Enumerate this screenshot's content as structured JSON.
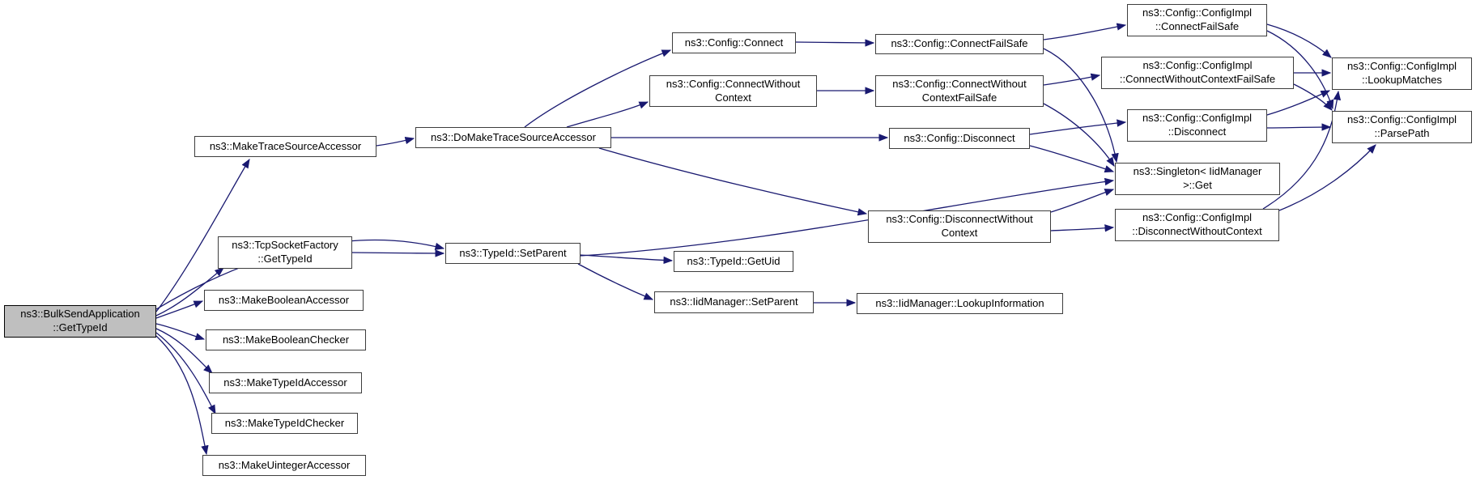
{
  "colors": {
    "edge": "#191970",
    "node_border": "#3d3d3d",
    "node_fill": "#ffffff",
    "main_node_fill": "#bfbfbf",
    "background": "#ffffff",
    "text": "#000000"
  },
  "diagram": {
    "type": "call-graph",
    "nodes": [
      {
        "id": "bulksend",
        "label": "ns3::BulkSendApplication\n::GetTypeId",
        "main": true
      },
      {
        "id": "make_trace",
        "label": "ns3::MakeTraceSourceAccessor",
        "main": false
      },
      {
        "id": "do_make",
        "label": "ns3::DoMakeTraceSourceAccessor",
        "main": false
      },
      {
        "id": "connect",
        "label": "ns3::Config::Connect",
        "main": false
      },
      {
        "id": "cwc",
        "label": "ns3::Config::ConnectWithout\nContext",
        "main": false
      },
      {
        "id": "cfs",
        "label": "ns3::Config::ConnectFailSafe",
        "main": false
      },
      {
        "id": "cwcfs",
        "label": "ns3::Config::ConnectWithout\nContextFailSafe",
        "main": false
      },
      {
        "id": "disconnect",
        "label": "ns3::Config::Disconnect",
        "main": false
      },
      {
        "id": "dwc",
        "label": "ns3::Config::DisconnectWithout\nContext",
        "main": false
      },
      {
        "id": "impl_cfs",
        "label": "ns3::Config::ConfigImpl\n::ConnectFailSafe",
        "main": false
      },
      {
        "id": "impl_cwcfs",
        "label": "ns3::Config::ConfigImpl\n::ConnectWithoutContextFailSafe",
        "main": false
      },
      {
        "id": "impl_disc",
        "label": "ns3::Config::ConfigImpl\n::Disconnect",
        "main": false
      },
      {
        "id": "lookup",
        "label": "ns3::Config::ConfigImpl\n::LookupMatches",
        "main": false
      },
      {
        "id": "parse",
        "label": "ns3::Config::ConfigImpl\n::ParsePath",
        "main": false
      },
      {
        "id": "singleton",
        "label": "ns3::Singleton< IidManager\n>::Get",
        "main": false
      },
      {
        "id": "impl_dwc",
        "label": "ns3::Config::ConfigImpl\n::DisconnectWithoutContext",
        "main": false
      },
      {
        "id": "tcp",
        "label": "ns3::TcpSocketFactory\n::GetTypeId",
        "main": false
      },
      {
        "id": "set_parent",
        "label": "ns3::TypeId::SetParent",
        "main": false
      },
      {
        "id": "get_uid",
        "label": "ns3::TypeId::GetUid",
        "main": false
      },
      {
        "id": "iid_sp",
        "label": "ns3::IidManager::SetParent",
        "main": false
      },
      {
        "id": "iid_li",
        "label": "ns3::IidManager::LookupInformation",
        "main": false
      },
      {
        "id": "mba",
        "label": "ns3::MakeBooleanAccessor",
        "main": false
      },
      {
        "id": "mbc",
        "label": "ns3::MakeBooleanChecker",
        "main": false
      },
      {
        "id": "mta",
        "label": "ns3::MakeTypeIdAccessor",
        "main": false
      },
      {
        "id": "mtc",
        "label": "ns3::MakeTypeIdChecker",
        "main": false
      },
      {
        "id": "mua",
        "label": "ns3::MakeUintegerAccessor",
        "main": false
      }
    ],
    "edges": [
      {
        "from": "bulksend",
        "to": "make_trace"
      },
      {
        "from": "bulksend",
        "to": "tcp"
      },
      {
        "from": "bulksend",
        "to": "set_parent"
      },
      {
        "from": "bulksend",
        "to": "mba"
      },
      {
        "from": "bulksend",
        "to": "mbc"
      },
      {
        "from": "bulksend",
        "to": "mta"
      },
      {
        "from": "bulksend",
        "to": "mtc"
      },
      {
        "from": "bulksend",
        "to": "mua"
      },
      {
        "from": "make_trace",
        "to": "do_make"
      },
      {
        "from": "do_make",
        "to": "connect"
      },
      {
        "from": "do_make",
        "to": "cwc"
      },
      {
        "from": "do_make",
        "to": "disconnect"
      },
      {
        "from": "do_make",
        "to": "dwc"
      },
      {
        "from": "connect",
        "to": "cfs"
      },
      {
        "from": "cwc",
        "to": "cwcfs"
      },
      {
        "from": "cfs",
        "to": "impl_cfs"
      },
      {
        "from": "cfs",
        "to": "singleton"
      },
      {
        "from": "cwcfs",
        "to": "impl_cwcfs"
      },
      {
        "from": "cwcfs",
        "to": "singleton"
      },
      {
        "from": "disconnect",
        "to": "impl_disc"
      },
      {
        "from": "disconnect",
        "to": "singleton"
      },
      {
        "from": "dwc",
        "to": "impl_dwc"
      },
      {
        "from": "dwc",
        "to": "singleton"
      },
      {
        "from": "impl_cfs",
        "to": "lookup"
      },
      {
        "from": "impl_cfs",
        "to": "parse"
      },
      {
        "from": "impl_cwcfs",
        "to": "lookup"
      },
      {
        "from": "impl_cwcfs",
        "to": "parse"
      },
      {
        "from": "impl_disc",
        "to": "lookup"
      },
      {
        "from": "impl_disc",
        "to": "parse"
      },
      {
        "from": "impl_dwc",
        "to": "lookup"
      },
      {
        "from": "impl_dwc",
        "to": "parse"
      },
      {
        "from": "tcp",
        "to": "set_parent"
      },
      {
        "from": "set_parent",
        "to": "singleton"
      },
      {
        "from": "set_parent",
        "to": "get_uid"
      },
      {
        "from": "set_parent",
        "to": "iid_sp"
      },
      {
        "from": "iid_sp",
        "to": "iid_li"
      }
    ]
  }
}
